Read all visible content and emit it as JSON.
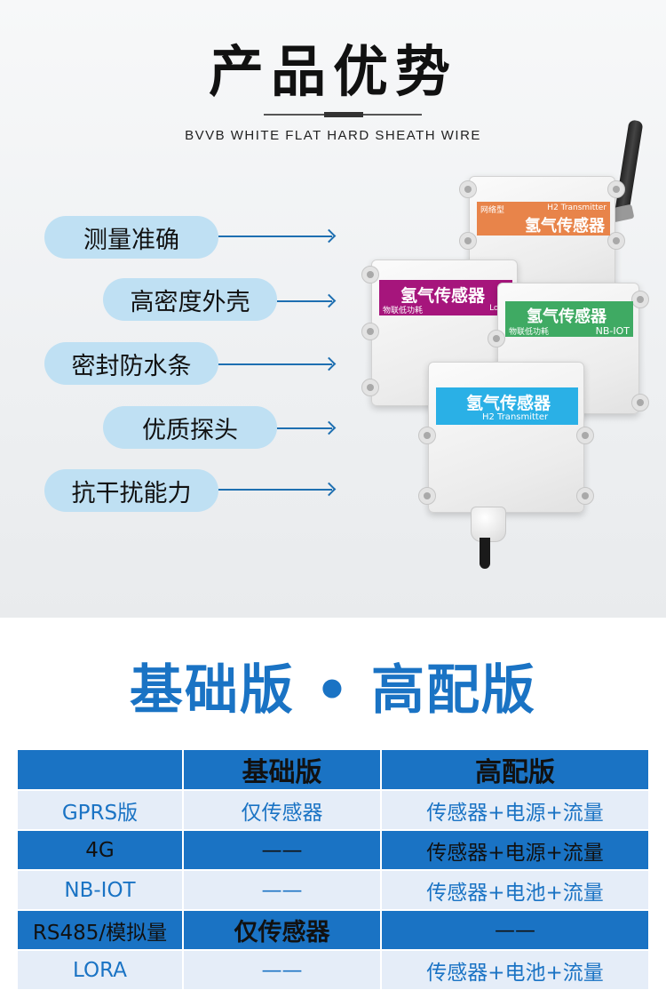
{
  "hero": {
    "title": "产品优势",
    "subtitle": "BVVB WHITE FLAT HARD SHEATH WIRE"
  },
  "features": [
    {
      "label": "测量准确"
    },
    {
      "label": "高密度外壳"
    },
    {
      "label": "密封防水条"
    },
    {
      "label": "优质探头"
    },
    {
      "label": "抗干扰能力"
    }
  ],
  "devices": {
    "orange": {
      "type": "网络型",
      "model": "H2 Transmitter",
      "name": "氢气传感器",
      "color": "#e8844a"
    },
    "purple": {
      "name": "氢气传感器",
      "type": "物联低功耗",
      "network": "LoRa",
      "color": "#a6157c"
    },
    "green": {
      "name": "氢气传感器",
      "type": "物联低功耗",
      "network": "NB-IOT",
      "color": "#3faa63"
    },
    "blue": {
      "name": "氢气传感器",
      "model": "H2 Transmitter",
      "color": "#2ab0e6"
    }
  },
  "versions": {
    "title": "基础版 • 高配版",
    "headers": [
      "",
      "基础版",
      "高配版"
    ],
    "rows": [
      {
        "cells": [
          "GPRS版",
          "仅传感器",
          "传感器+电源+流量"
        ]
      },
      {
        "cells": [
          "4G",
          "——",
          "传感器+电源+流量"
        ]
      },
      {
        "cells": [
          "NB-IOT",
          "——",
          "传感器+电池+流量"
        ]
      },
      {
        "cells": [
          "RS485/模拟量",
          "仅传感器",
          "——"
        ]
      },
      {
        "cells": [
          "LORA",
          "——",
          "传感器+电池+流量"
        ]
      }
    ],
    "accent": "#1a73c4",
    "row_light": "#e5edf8"
  }
}
